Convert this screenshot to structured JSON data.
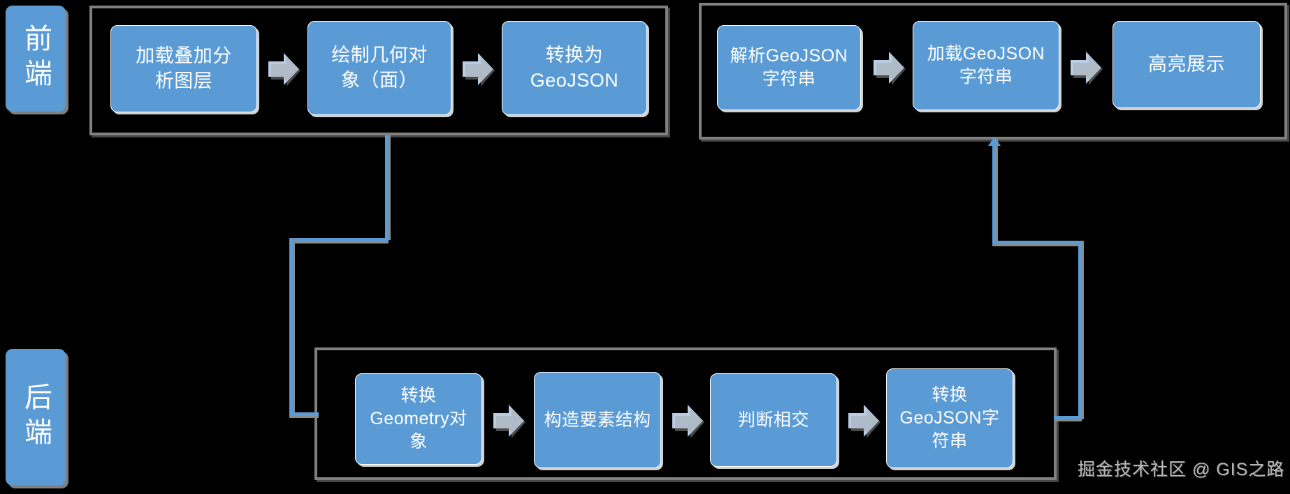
{
  "diagram": {
    "title": "GeoJSON overlay analysis flow",
    "background_color": "#000000",
    "accent_color": "#5B9BD5",
    "frame_color": "#808080",
    "arrow_color": "#B8CCE4"
  },
  "lanes": [
    {
      "id": "frontend",
      "label": "前端"
    },
    {
      "id": "backend",
      "label": "后端"
    }
  ],
  "groups": [
    {
      "id": "frontend-left",
      "steps": [
        {
          "id": "f1",
          "label": "加载叠加分\n析图层"
        },
        {
          "id": "f2",
          "label": "绘制几何对\n象（面）"
        },
        {
          "id": "f3",
          "label": "转换为\nGeoJSON"
        }
      ]
    },
    {
      "id": "frontend-right",
      "steps": [
        {
          "id": "r1",
          "label": "解析GeoJSON\n字符串"
        },
        {
          "id": "r2",
          "label": "加载GeoJSON\n字符串"
        },
        {
          "id": "r3",
          "label": "高亮展示"
        }
      ]
    },
    {
      "id": "backend",
      "steps": [
        {
          "id": "b1",
          "label": "转换\nGeometry对\n象"
        },
        {
          "id": "b2",
          "label": "构造要素结构"
        },
        {
          "id": "b3",
          "label": "判断相交"
        },
        {
          "id": "b4",
          "label": "转换\nGeoJSON字\n符串"
        }
      ]
    }
  ],
  "connectors": {
    "frontend_to_backend": "elbow-down-right",
    "backend_to_frontend_right": "elbow-up-right-arrow"
  },
  "watermark": {
    "text": "掘金技术社区 @ GIS之路"
  }
}
